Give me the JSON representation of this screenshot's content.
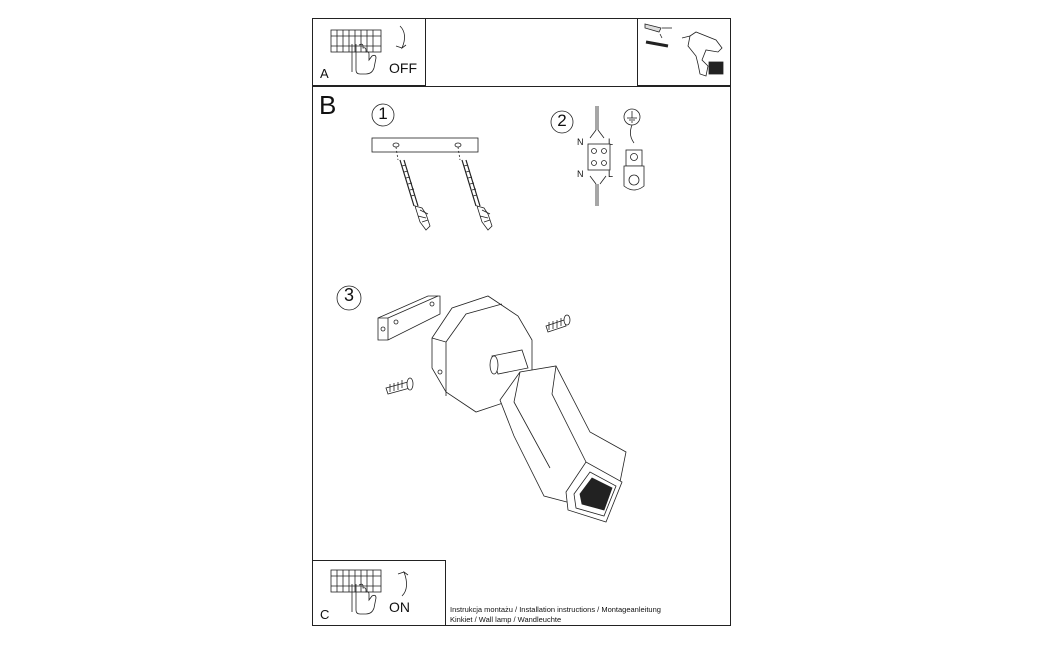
{
  "panels": {
    "a": {
      "letter": "A",
      "state": "OFF"
    },
    "b": {
      "letter": "B"
    },
    "c": {
      "letter": "C",
      "state": "ON"
    }
  },
  "steps": {
    "s1": "1",
    "s2": "2",
    "s3": "3"
  },
  "wiring": {
    "n_top": "N",
    "l_top": "L",
    "n_bottom": "N",
    "l_bottom": "L"
  },
  "footer": {
    "line1": "Instrukcja montażu / Installation instructions / Montageanleitung",
    "line2": "Kinkiet  / Wall lamp / Wandleuchte"
  }
}
